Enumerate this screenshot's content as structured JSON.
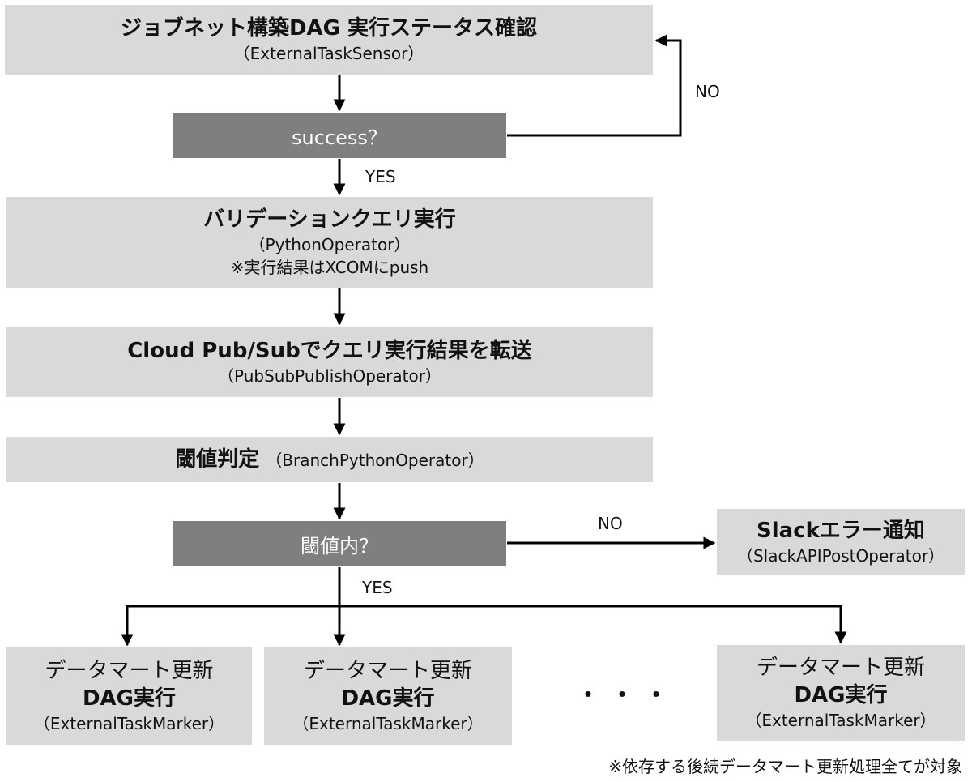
{
  "nodes": {
    "check_status": {
      "title": "ジョブネット構築DAG 実行ステータス確認",
      "operator": "（ExternalTaskSensor）"
    },
    "validation": {
      "title": "バリデーションクエリ実行",
      "operator": "（PythonOperator）",
      "note": "※実行結果はXCOMにpush"
    },
    "pubsub": {
      "title": "Cloud Pub/Subでクエリ実行結果を転送",
      "operator": "（PubSubPublishOperator）"
    },
    "threshold": {
      "title": "閾値判定",
      "operator": "（BranchPythonOperator）"
    },
    "slack": {
      "title": "Slackエラー通知",
      "operator": "（SlackAPIPostOperator）"
    },
    "mart1": {
      "title_line1": "データマート更新",
      "title_line2": "DAG実行",
      "operator": "（ExternalTaskMarker）"
    },
    "mart2": {
      "title_line1": "データマート更新",
      "title_line2": "DAG実行",
      "operator": "（ExternalTaskMarker）"
    },
    "mart3": {
      "title_line1": "データマート更新",
      "title_line2": "DAG実行",
      "operator": "（ExternalTaskMarker）"
    }
  },
  "decisions": {
    "success": "success？",
    "within_threshold": "閾値内？"
  },
  "edge_labels": {
    "success_no": "NO",
    "success_yes": "YES",
    "threshold_no": "NO",
    "threshold_yes": "YES"
  },
  "ellipsis": "・・・",
  "footnote": "※依存する後続データマート更新処理全てが対象",
  "colors": {
    "box_fill": "#d9d9d9",
    "decision_fill": "#7f7f7f",
    "line": "#000000"
  }
}
